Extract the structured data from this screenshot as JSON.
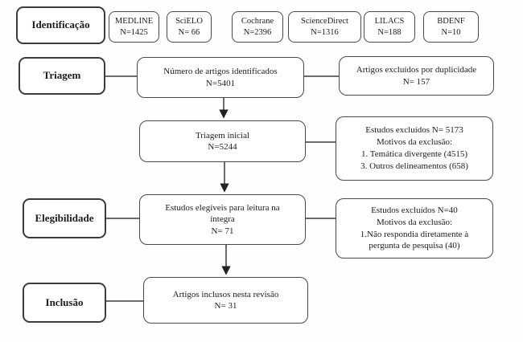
{
  "colors": {
    "line": "#3a3a3a",
    "box_border": "#4a4a4a",
    "text": "#1c1c1c",
    "background": "#ffffff"
  },
  "stages": [
    {
      "label": "Identificação"
    },
    {
      "label": "Triagem"
    },
    {
      "label": "Elegibilidade"
    },
    {
      "label": "Inclusão"
    }
  ],
  "databases": [
    {
      "name": "MEDLINE",
      "count": "N=1425"
    },
    {
      "name": "SciELO",
      "count": "N= 66"
    },
    {
      "name": "Cochrane",
      "count": "N=2396"
    },
    {
      "name": "ScienceDirect",
      "count": "N=1316"
    },
    {
      "name": "LILACS",
      "count": "N=188"
    },
    {
      "name": "BDENF",
      "count": "N=10"
    }
  ],
  "flow": {
    "identified": "Número de artigos identificados\nN=5401",
    "initial_screening": "Triagem inicial\nN=5244",
    "eligible": "Estudos elegíveis para leitura na\níntegra\nN= 71",
    "included": "Artigos inclusos nesta revisão\nN= 31"
  },
  "exclusions": {
    "duplicates": "Artigos excluídos por duplicidade\nN= 157",
    "screening": "Estudos excluídos N= 5173\nMotivos da exclusão:\n1. Temática divergente (4515)\n3. Outros delineamentos (658)",
    "eligibility": "Estudos excluídos N=40\nMotivos da exclusão:\n1.Não respondia diretamente à\npergunta de pesquisa (40)"
  }
}
